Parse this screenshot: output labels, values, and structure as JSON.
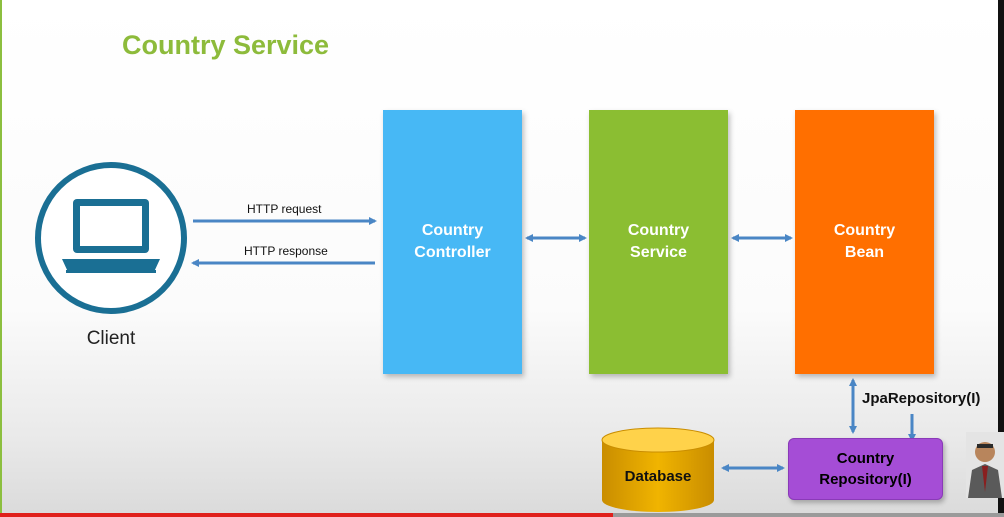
{
  "title": "Country Service",
  "client": {
    "label": "Client",
    "icon": "laptop-icon"
  },
  "arrows": {
    "request_label": "HTTP request",
    "response_label": "HTTP response"
  },
  "boxes": {
    "controller": "Country\nController",
    "service": "Country\nService",
    "bean": "Country\nBean",
    "repository": "Country\nRepository(I)"
  },
  "jpa_label": "JpaRepository(I)",
  "database_label": "Database",
  "colors": {
    "title": "#8dbb3b",
    "controller": "#47b8f5",
    "service": "#8bbe32",
    "bean": "#ff6f00",
    "repository": "#a54dd6",
    "database": "#e0a600",
    "arrow": "#4a86c5"
  }
}
